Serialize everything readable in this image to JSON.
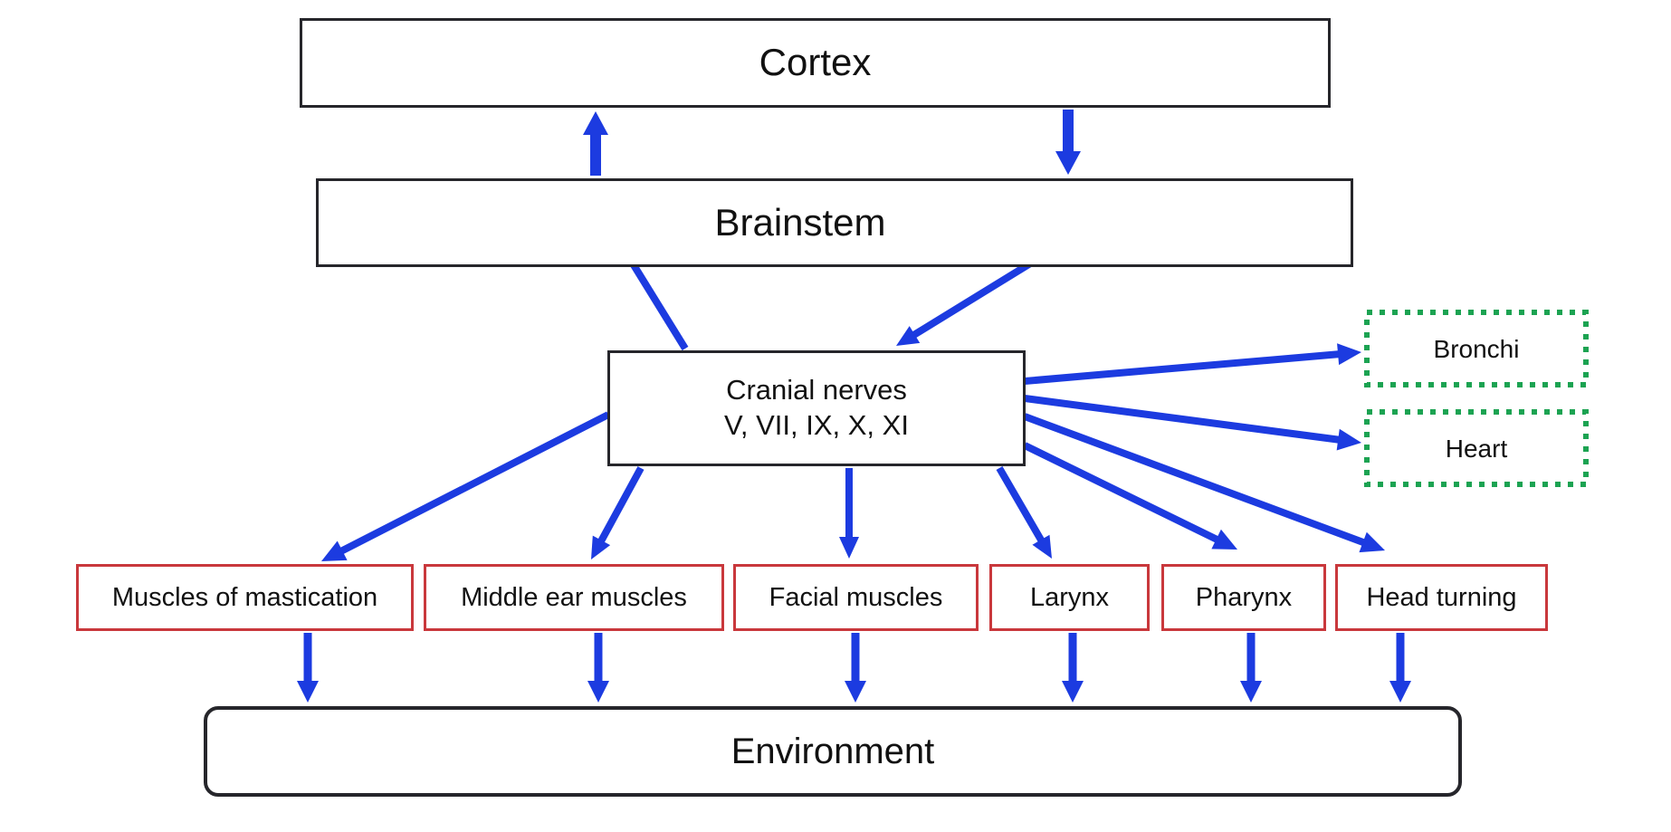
{
  "diagram": {
    "colors": {
      "arrow_blue": "#1c3be0",
      "red_border": "#c9383c",
      "green_border": "#1ca352",
      "box_border": "#26262b",
      "text": "#111111"
    },
    "nodes": {
      "cortex": {
        "label": "Cortex"
      },
      "brainstem": {
        "label": "Brainstem"
      },
      "cranial": {
        "label_line1": "Cranial nerves",
        "label_line2": "V, VII, IX, X, XI"
      },
      "bronchi": {
        "label": "Bronchi"
      },
      "heart": {
        "label": "Heart"
      },
      "mastication": {
        "label": "Muscles of mastication"
      },
      "middle_ear": {
        "label": "Middle ear muscles"
      },
      "facial": {
        "label": "Facial muscles"
      },
      "larynx": {
        "label": "Larynx"
      },
      "pharynx": {
        "label": "Pharynx"
      },
      "head_turning": {
        "label": "Head turning"
      },
      "environment": {
        "label": "Environment"
      }
    },
    "dots": [
      [
        660,
        240,
        13
      ],
      [
        1196,
        240,
        13
      ]
    ],
    "dashed_rects": [
      [
        1510,
        345,
        242,
        80
      ],
      [
        1510,
        455,
        242,
        80
      ]
    ],
    "edges": [
      {
        "name": "arrow-brainstem-to-cortex",
        "p": [
          658,
          194,
          658,
          123
        ],
        "w": 12,
        "hl": 26,
        "hw": 14
      },
      {
        "name": "arrow-cortex-to-brainstem",
        "p": [
          1180,
          121,
          1180,
          193
        ],
        "w": 12,
        "hl": 26,
        "hw": 14
      },
      {
        "name": "arrow-cranial-to-left-dot",
        "p": [
          757,
          385,
          678,
          257
        ],
        "w": 8,
        "hl": 24,
        "hw": 11
      },
      {
        "name": "arrow-right-dot-to-cranial",
        "p": [
          1192,
          258,
          990,
          382
        ],
        "w": 8,
        "hl": 24,
        "hw": 11
      },
      {
        "name": "arrow-cranial-to-mastication",
        "p": [
          672,
          458,
          355,
          620
        ],
        "w": 8,
        "hl": 26,
        "hw": 12
      },
      {
        "name": "arrow-cranial-to-middle-ear",
        "p": [
          708,
          517,
          653,
          618
        ],
        "w": 8,
        "hl": 24,
        "hw": 11
      },
      {
        "name": "arrow-cranial-to-facial",
        "p": [
          938,
          517,
          938,
          617
        ],
        "w": 8,
        "hl": 24,
        "hw": 11
      },
      {
        "name": "arrow-cranial-to-larynx",
        "p": [
          1104,
          517,
          1162,
          617
        ],
        "w": 8,
        "hl": 24,
        "hw": 11
      },
      {
        "name": "arrow-cranial-to-pharynx",
        "p": [
          1132,
          492,
          1367,
          607
        ],
        "w": 8,
        "hl": 26,
        "hw": 12
      },
      {
        "name": "arrow-cranial-to-head-turning",
        "p": [
          1132,
          460,
          1530,
          608
        ],
        "w": 8,
        "hl": 26,
        "hw": 12
      },
      {
        "name": "arrow-cranial-to-heart",
        "p": [
          1132,
          440,
          1504,
          489
        ],
        "w": 8,
        "hl": 26,
        "hw": 12
      },
      {
        "name": "arrow-cranial-to-bronchi",
        "p": [
          1132,
          421,
          1504,
          389
        ],
        "w": 8,
        "hl": 26,
        "hw": 12
      },
      {
        "name": "arrow-mastication-to-env",
        "p": [
          340,
          699,
          340,
          776
        ],
        "w": 9,
        "hl": 24,
        "hw": 12
      },
      {
        "name": "arrow-middle-ear-to-env",
        "p": [
          661,
          699,
          661,
          776
        ],
        "w": 9,
        "hl": 24,
        "hw": 12
      },
      {
        "name": "arrow-facial-to-env",
        "p": [
          945,
          699,
          945,
          776
        ],
        "w": 9,
        "hl": 24,
        "hw": 12
      },
      {
        "name": "arrow-larynx-to-env",
        "p": [
          1185,
          699,
          1185,
          776
        ],
        "w": 9,
        "hl": 24,
        "hw": 12
      },
      {
        "name": "arrow-pharynx-to-env",
        "p": [
          1382,
          699,
          1382,
          776
        ],
        "w": 9,
        "hl": 24,
        "hw": 12
      },
      {
        "name": "arrow-head-turning-to-env",
        "p": [
          1547,
          699,
          1547,
          776
        ],
        "w": 9,
        "hl": 24,
        "hw": 12
      }
    ]
  }
}
